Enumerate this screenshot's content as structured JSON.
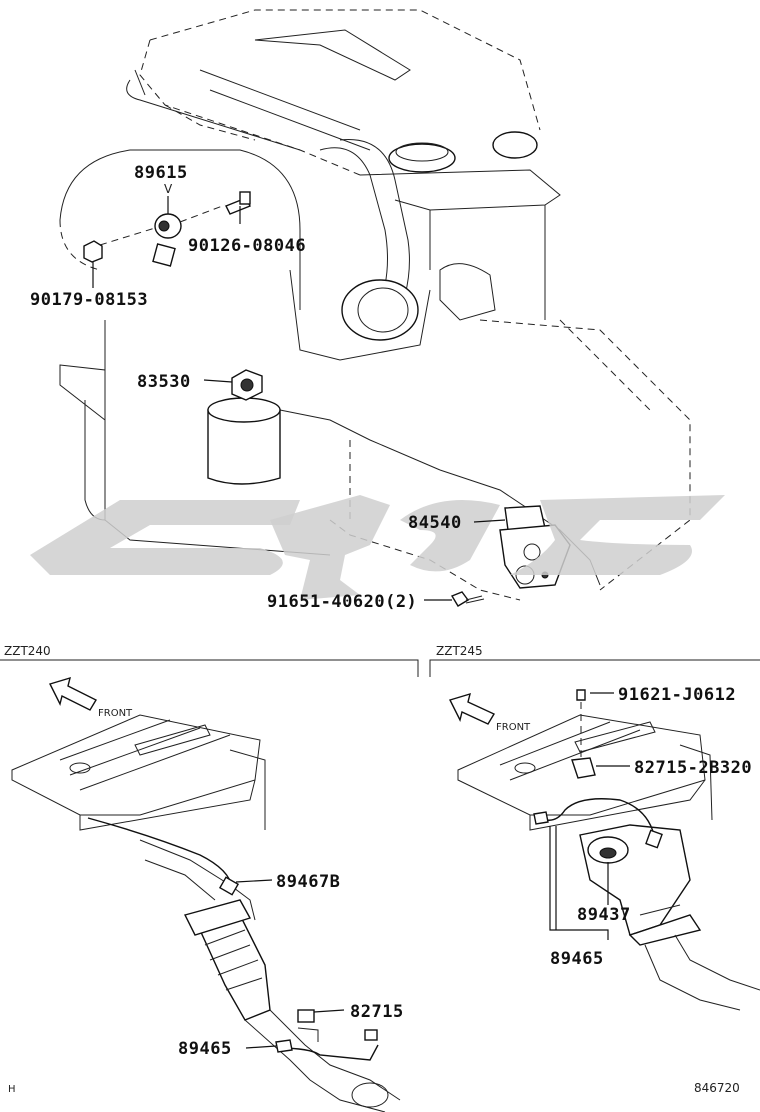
{
  "top_section": {
    "callouts": {
      "knock_sensor": "89615",
      "knock_sensor_marker": "V",
      "stud_bolt": "90126-08046",
      "nut": "90179-08153",
      "oil_pressure_switch": "83530",
      "neutral_switch": "84540",
      "bolt": "91651-40620(2)"
    }
  },
  "left_section": {
    "model": "ZZT240",
    "front_label": "FRONT",
    "callouts": {
      "oxygen_sensor_upper": "89467B",
      "clamp": "82715",
      "oxygen_sensor_lower": "89465"
    }
  },
  "right_section": {
    "model": "ZZT245",
    "front_label": "FRONT",
    "callouts": {
      "screw": "91621-J0612",
      "clamp": "82715-2B320",
      "af_sensor": "89437",
      "oxygen_sensor": "89465"
    }
  },
  "footer": {
    "left_mark": "H",
    "diagram_number": "846720"
  }
}
